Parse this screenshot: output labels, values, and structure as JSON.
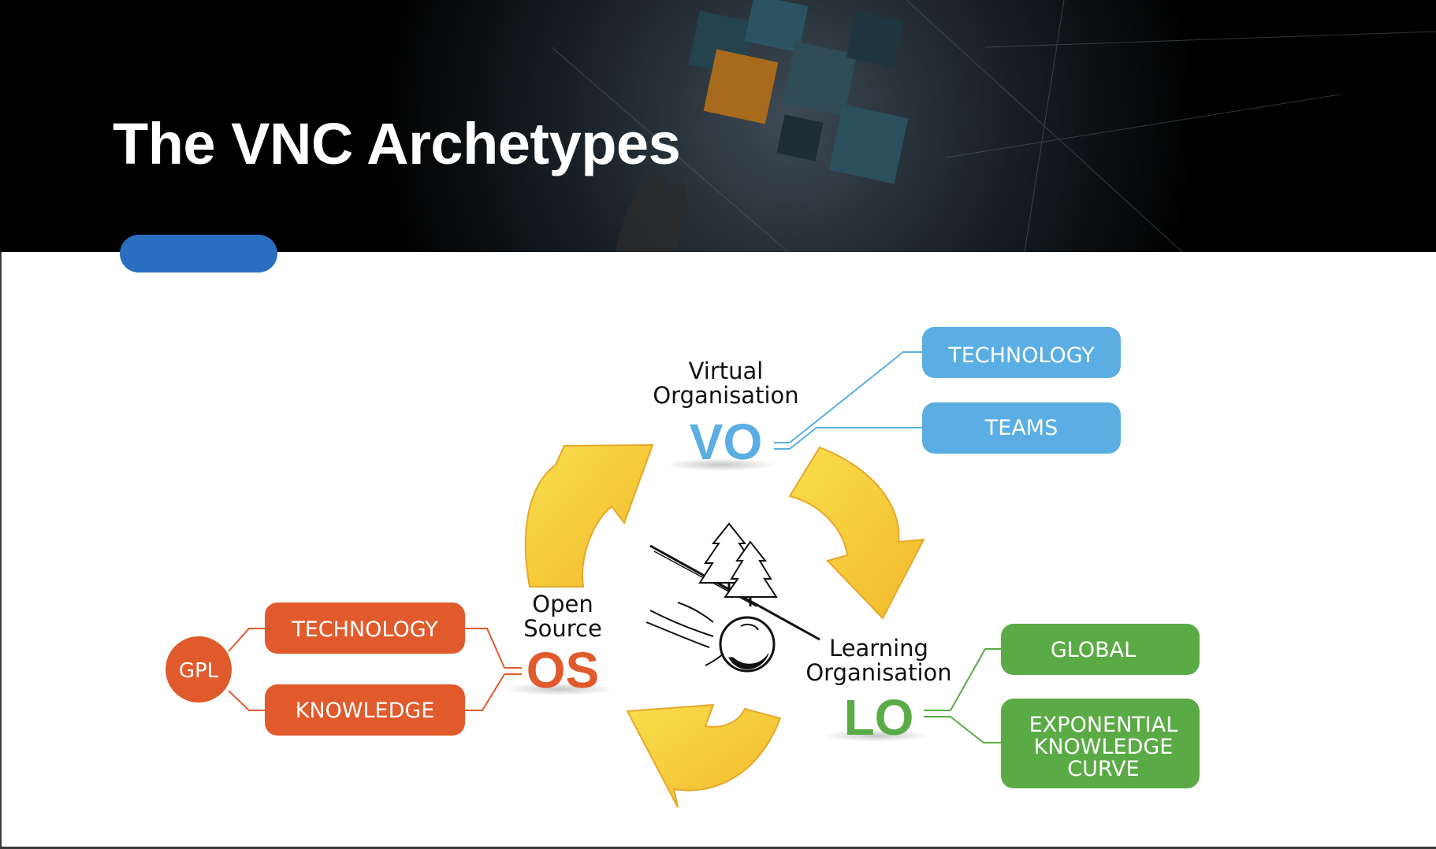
{
  "slide": {
    "title": "The VNC Archetypes"
  },
  "colors": {
    "blue": "#5aaee3",
    "orange": "#e15a2c",
    "green": "#5aab45",
    "yellow": "#f5c93a",
    "accent_pill": "#2a6ebf"
  },
  "diagram": {
    "vo": {
      "caption_line1": "Virtual",
      "caption_line2": "Organisation",
      "acronym": "VO",
      "boxes": [
        "TECHNOLOGY",
        "TEAMS"
      ]
    },
    "os": {
      "caption_line1": "Open",
      "caption_line2": "Source",
      "acronym": "OS",
      "boxes": [
        "TECHNOLOGY",
        "KNOWLEDGE"
      ],
      "root": "GPL"
    },
    "lo": {
      "caption_line1": "Learning",
      "caption_line2": "Organisation",
      "acronym": "LO",
      "box_global": "GLOBAL",
      "box_curve_lines": [
        "EXPONENTIAL",
        "KNOWLEDGE",
        "CURVE"
      ]
    },
    "center_icon": "snowball-rolling-down-hill-icon"
  }
}
